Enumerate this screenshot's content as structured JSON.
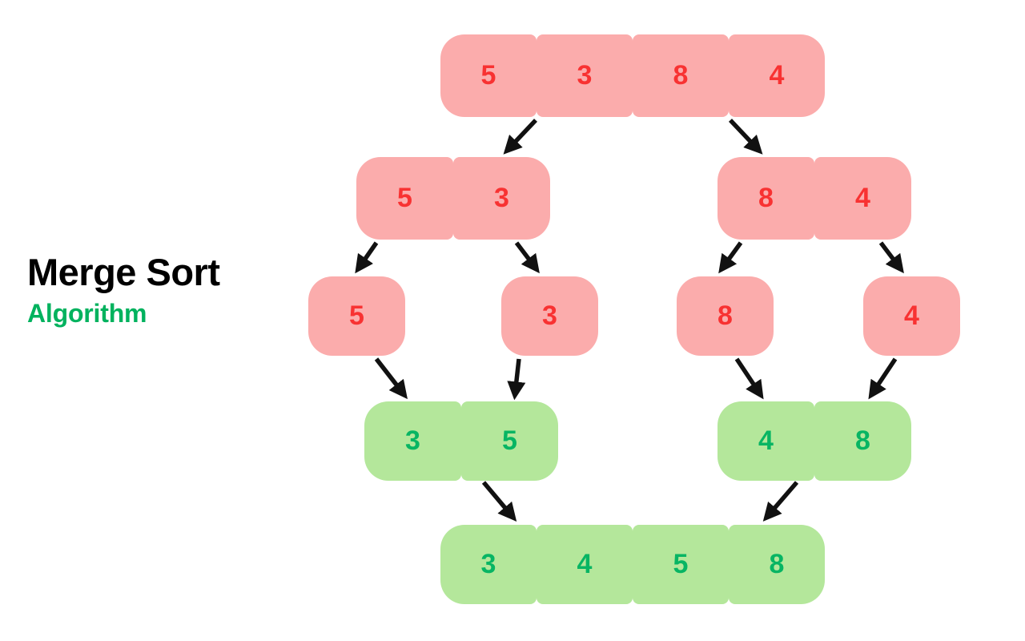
{
  "title": {
    "main": "Merge Sort",
    "sub": "Algorithm"
  },
  "colors": {
    "pink_fill": "#FBACAC",
    "pink_text": "#F83232",
    "green_fill": "#B4E79B",
    "green_text": "#07B563",
    "arrow": "#111111",
    "title_main": "#000000",
    "title_sub": "#00B25E",
    "background": "#FFFFFF"
  },
  "diagram": {
    "type": "merge-sort-tree",
    "input_array": [
      5,
      3,
      8,
      4
    ],
    "sorted_array": [
      3,
      4,
      5,
      8
    ],
    "levels": [
      {
        "name": "level-0-unsorted-input",
        "state": "unsorted",
        "groups": [
          {
            "values": [
              "5",
              "3",
              "8",
              "4"
            ]
          }
        ]
      },
      {
        "name": "level-1-split-halves",
        "state": "unsorted",
        "groups": [
          {
            "values": [
              "5",
              "3"
            ]
          },
          {
            "values": [
              "8",
              "4"
            ]
          }
        ]
      },
      {
        "name": "level-2-split-singles",
        "state": "unsorted",
        "groups": [
          {
            "values": [
              "5"
            ]
          },
          {
            "values": [
              "3"
            ]
          },
          {
            "values": [
              "8"
            ]
          },
          {
            "values": [
              "4"
            ]
          }
        ]
      },
      {
        "name": "level-3-merged-pairs",
        "state": "sorted",
        "groups": [
          {
            "values": [
              "3",
              "5"
            ]
          },
          {
            "values": [
              "4",
              "8"
            ]
          }
        ]
      },
      {
        "name": "level-4-final-sorted",
        "state": "sorted",
        "groups": [
          {
            "values": [
              "3",
              "4",
              "5",
              "8"
            ]
          }
        ]
      }
    ]
  },
  "cells": {
    "l0": [
      "5",
      "3",
      "8",
      "4"
    ],
    "l1a": [
      "5",
      "3"
    ],
    "l1b": [
      "8",
      "4"
    ],
    "l2": [
      "5",
      "3",
      "8",
      "4"
    ],
    "l3a": [
      "3",
      "5"
    ],
    "l3b": [
      "4",
      "8"
    ],
    "l4": [
      "3",
      "4",
      "5",
      "8"
    ]
  }
}
